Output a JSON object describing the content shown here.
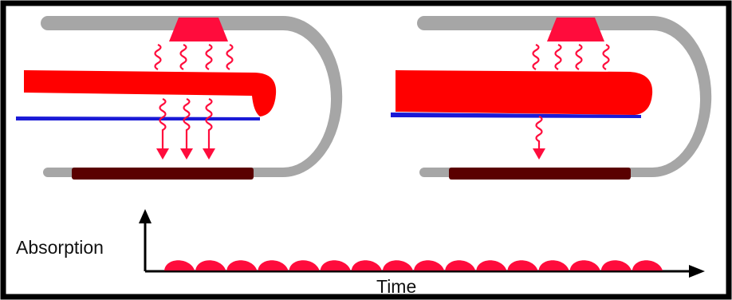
{
  "labels": {
    "y_axis": "Absorption",
    "x_axis": "Time"
  },
  "colors": {
    "frame": "#000000",
    "housing": "#a6a6a6",
    "source": "#ff0c3c",
    "waves": "#ff0c3c",
    "probe": "#ff0000",
    "probe_under": "#1a1ad6",
    "detector": "#5a0000",
    "signal": "#ff0c3c",
    "axis": "#000000"
  },
  "panels": [
    {
      "name": "left",
      "state": "open",
      "rays_down": 3
    },
    {
      "name": "right",
      "state": "closed",
      "rays_down": 1
    }
  ],
  "signal": {
    "pulse_count": 16,
    "pulse_level": 1
  }
}
